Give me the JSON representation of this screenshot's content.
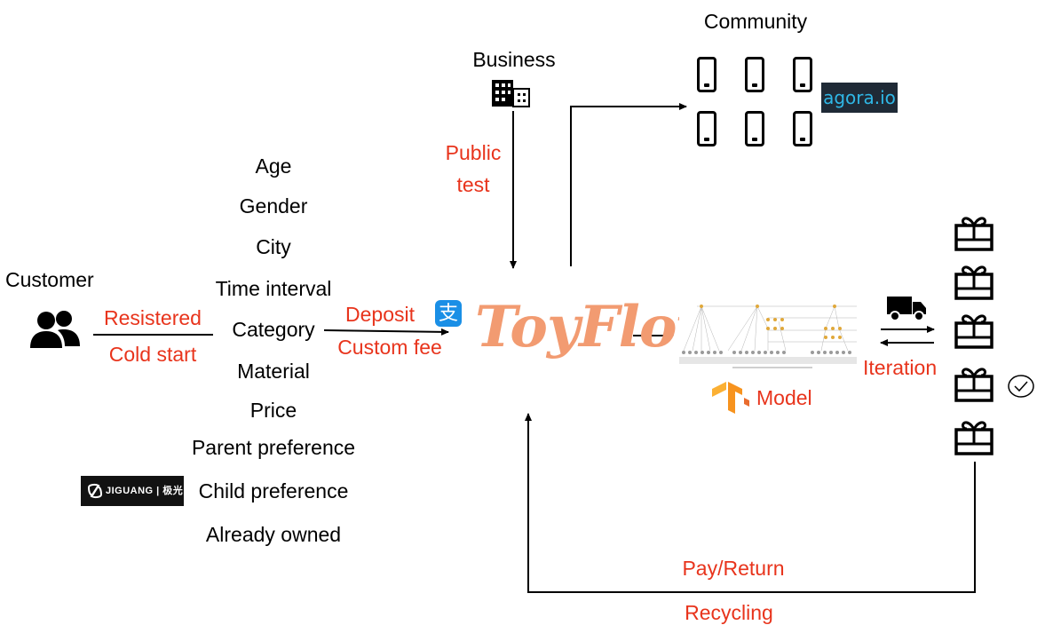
{
  "labels": {
    "customer": "Customer",
    "business": "Business",
    "community": "Community",
    "public_test_1": "Public",
    "public_test_2": "test",
    "resistered": "Resistered",
    "cold_start": "Cold start",
    "deposit": "Deposit",
    "custom_fee": "Custom fee",
    "model": "Model",
    "iteration": "Iteration",
    "pay_return": "Pay/Return",
    "recycling": "Recycling"
  },
  "attributes": [
    "Age",
    "Gender",
    "City",
    "Time interval",
    "Category",
    "Material",
    "Price",
    "Parent preference",
    "Child preference",
    "Already owned"
  ],
  "logos": {
    "toyflow": "ToyFlow",
    "agora": "agora.io",
    "jiguang": "JIGUANG | 极光",
    "alipay": "支"
  },
  "colors": {
    "accent_red": "#e8341c",
    "toyflow_orange": "#f29b71",
    "alipay_blue": "#1a8fe6",
    "tensorflow_orange": "#f7931e"
  }
}
